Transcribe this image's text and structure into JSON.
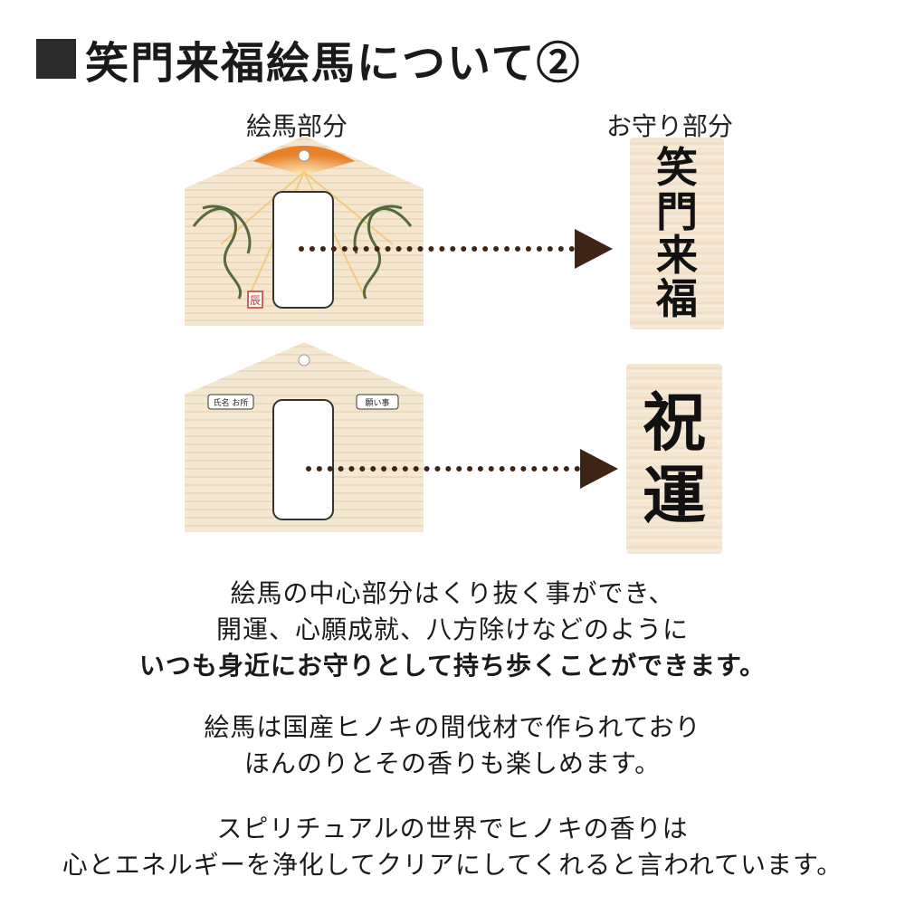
{
  "title": "笑門来福絵馬について②",
  "labels": {
    "ema_part": "絵馬部分",
    "omamori_part": "お守り部分"
  },
  "ema_front": {
    "seal": "辰"
  },
  "ema_back": {
    "name_label": "氏名 お所",
    "wish_label": "願い事"
  },
  "omamori_top": [
    "笑",
    "門",
    "来",
    "福"
  ],
  "omamori_bottom": [
    "祝",
    "運"
  ],
  "paragraphs": {
    "p1": [
      "絵馬の中心部分はくり抜く事ができ、",
      "開運、心願成就、八方除けなどのように",
      "いつも身近にお守りとして持ち歩くことができます。"
    ],
    "p2": [
      "絵馬は国産ヒノキの間伐材で作られており",
      "ほんのりとその香りも楽しめます。"
    ],
    "p3": [
      "スピリチュアルの世界でヒノキの香りは",
      "心とエネルギーを浄化してクリアにしてくれると言われています。"
    ]
  },
  "colors": {
    "arrow": "#3d2414",
    "wood": "#f3e3c9",
    "sunburst": "#e8822a"
  },
  "icons": [
    "square-bullet-icon",
    "dragon-illustration",
    "arrow-right-icon"
  ]
}
